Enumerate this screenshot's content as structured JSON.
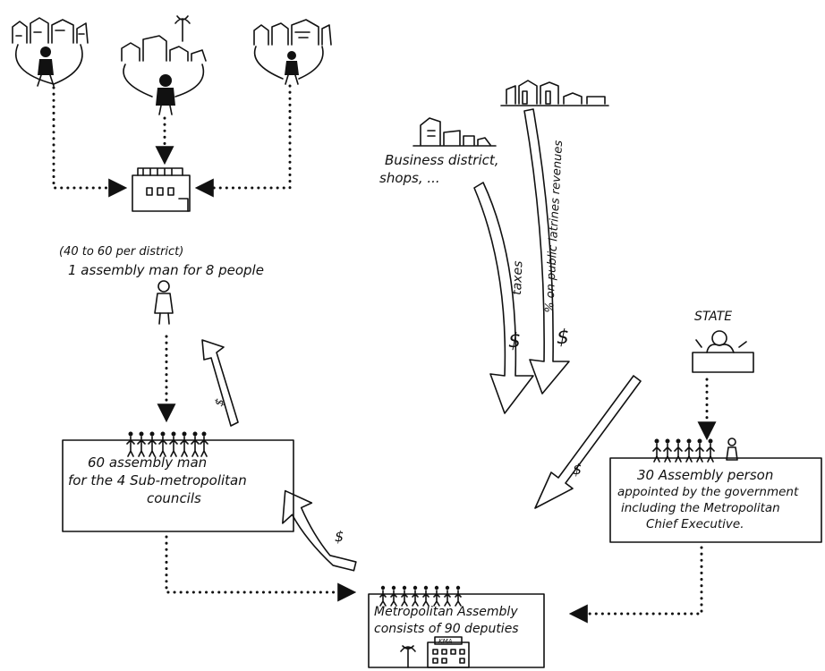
{
  "labels": {
    "district_note": "(40 to 60 per district)",
    "assembly_ratio": "1 assembly man for 8 people",
    "business_line1": "Business district,",
    "business_line2": "shops, ...",
    "taxes": "taxes",
    "latrines": "% on public latrines revenues",
    "state": "STATE",
    "council_box": [
      "60 assembly man",
      "for the 4 Sub-metropolitan",
      "councils"
    ],
    "appointed_box": [
      "30 Assembly person",
      "appointed by the government",
      "including the Metropolitan",
      "Chief Executive."
    ],
    "metro_box": [
      "Metropolitan Assembly",
      "consists of 90 deputies"
    ],
    "kma": "KMA",
    "dollar": "$"
  }
}
